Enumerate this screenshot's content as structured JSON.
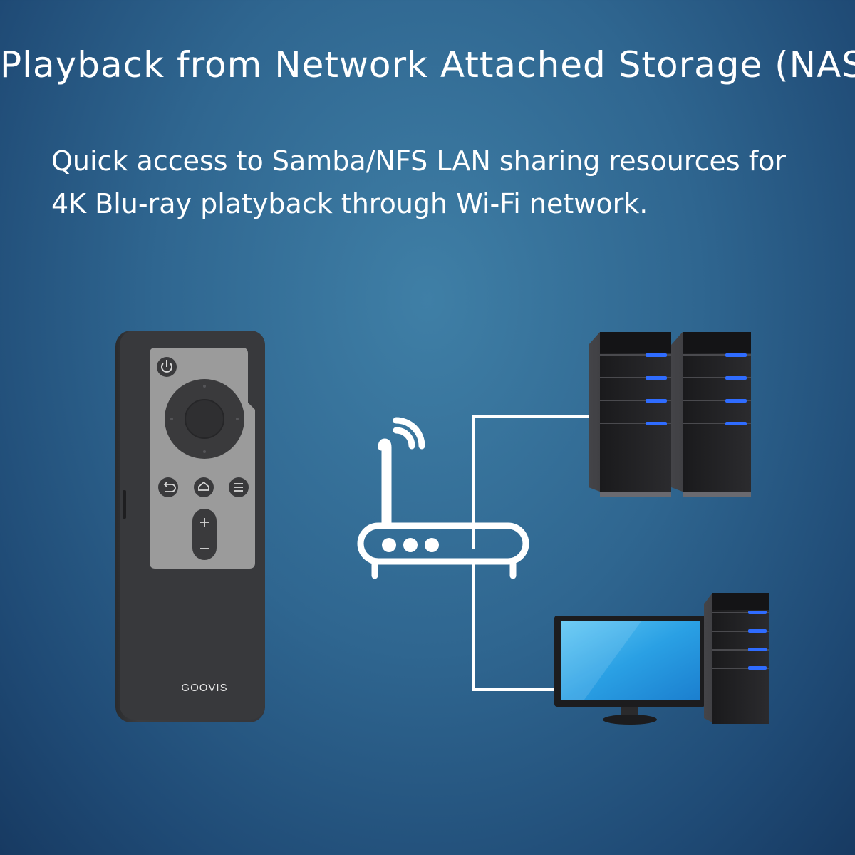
{
  "title": "Playback from Network Attached Storage (NAS)",
  "subtitle": {
    "line1": "Quick access to Samba/NFS LAN sharing resources for",
    "line2": "4K Blu-ray platyback through Wi-Fi network."
  },
  "remote": {
    "brand": "GOOVIS",
    "body_color": "#3a3b3d",
    "panel_color": "#9b9b9b",
    "buttons": [
      "power-icon",
      "dpad",
      "back-icon",
      "home-icon",
      "menu-icon",
      "volume-up-icon",
      "volume-down-icon"
    ]
  },
  "colors": {
    "background": "#2f6690",
    "line": "#ffffff",
    "server_led": "#2f6cff",
    "monitor_screen": "#35a9e8"
  }
}
